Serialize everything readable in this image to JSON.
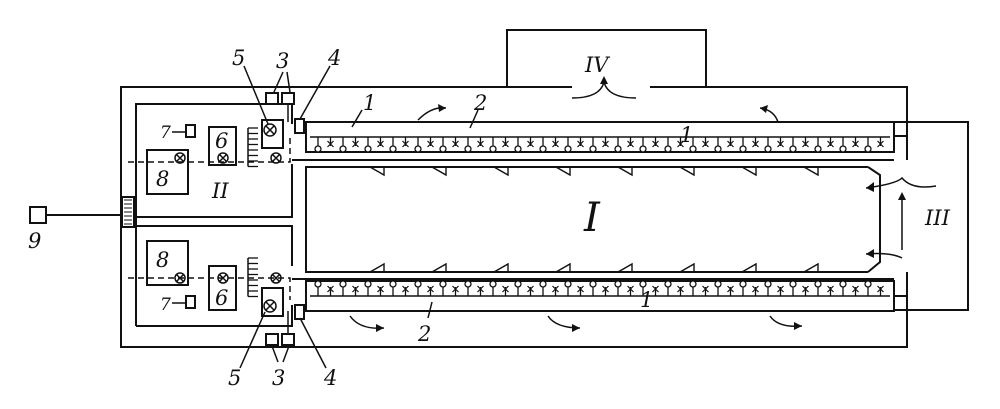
{
  "labels": {
    "tunnel": "I",
    "control_room_top": "II",
    "fan_section": "III",
    "exhaust_hood": "IV",
    "n1": "1",
    "n2": "2",
    "n3": "3",
    "n4": "4",
    "n5": "5",
    "n6": "6",
    "n7": "7",
    "n8": "8",
    "n9": "9"
  }
}
